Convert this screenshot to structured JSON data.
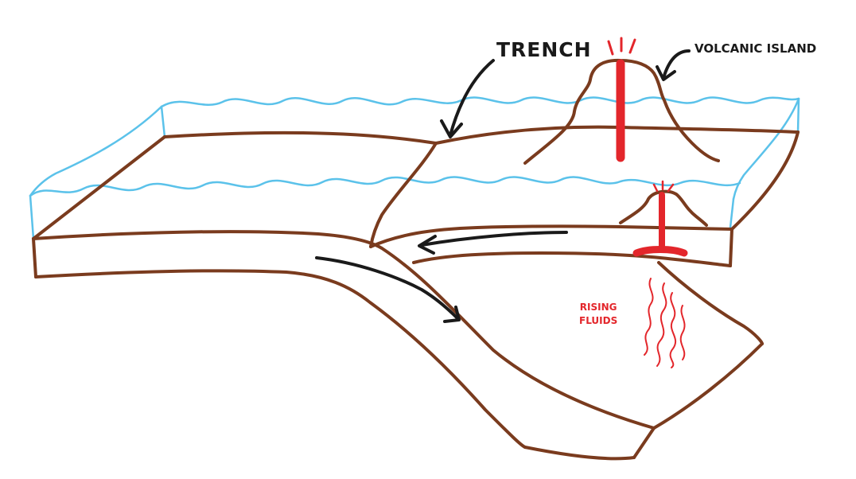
{
  "labels": {
    "trench": "TRENCH",
    "volcanic_island": "VOLCANIC ISLAND",
    "rising_fluids_line1": "RISING",
    "rising_fluids_line2": "FLUIDS"
  },
  "colors": {
    "plate_outline": "#7a3b1e",
    "water": "#5bc2ea",
    "magma": "#e3262b",
    "arrow": "#1a1a1a",
    "text": "#1a1a1a",
    "fluids_text": "#e3262b"
  },
  "icons": {
    "trench_pointer": "curved-arrow-icon",
    "volcano_pointer": "curved-arrow-icon",
    "motion_arrows": "arrow-icon"
  }
}
